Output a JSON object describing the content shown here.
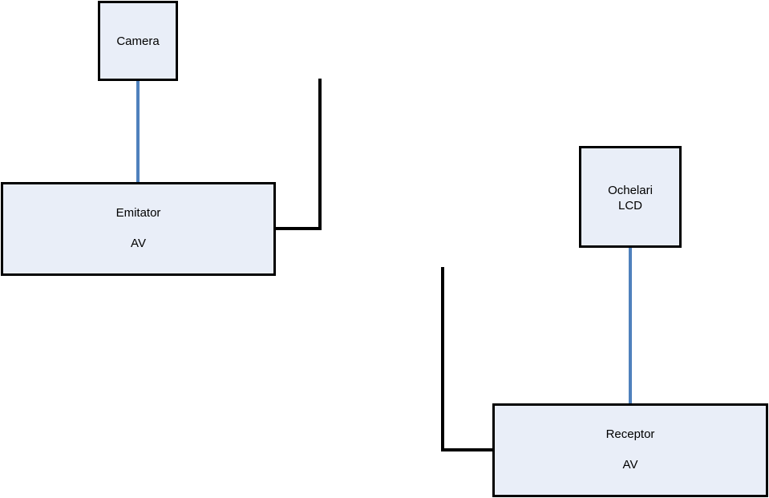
{
  "colors": {
    "box_fill": "#e9eef8",
    "box_border": "#000000",
    "link_line": "#4f81bd",
    "antenna": "#000000"
  },
  "nodes": {
    "camera": {
      "label": "Camera"
    },
    "emitter": {
      "line1": "Emitator",
      "line2": "AV"
    },
    "glasses": {
      "line1": "Ochelari",
      "line2": "LCD"
    },
    "receiver": {
      "line1": "Receptor",
      "line2": "AV"
    }
  },
  "edges": [
    {
      "from": "camera",
      "to": "emitter",
      "style": "blue-line"
    },
    {
      "from": "glasses",
      "to": "receiver",
      "style": "blue-line"
    }
  ],
  "antennas": [
    {
      "attached_to": "emitter",
      "side": "right"
    },
    {
      "attached_to": "receiver",
      "side": "left"
    }
  ]
}
